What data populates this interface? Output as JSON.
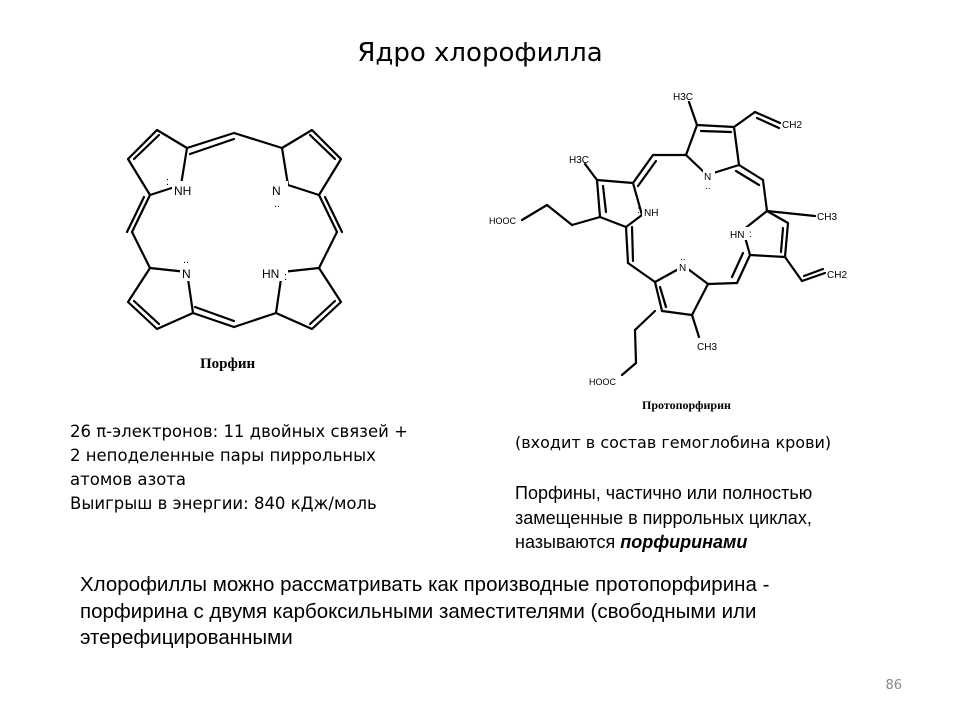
{
  "slide": {
    "title": "Ядро хлорофилла",
    "page_number": "86"
  },
  "porphin": {
    "caption": "Порфин",
    "labels": {
      "nh_top": "NH",
      "n_top": "N",
      "n_bottom": "N",
      "hn_bottom": "HN"
    }
  },
  "protoporphyrin": {
    "caption": "Протопорфирин",
    "labels": {
      "ch3_a": "H3C",
      "ch2_a": "CH2",
      "ch3_b": "H3C",
      "hooc_a": "HOOC",
      "n_top": "N",
      "nh": "NH",
      "hn": "HN",
      "ch3_c": "CH3",
      "n_bottom": "N",
      "ch2_b": "CH2",
      "ch3_d": "CH3",
      "hooc_b": "HOOC"
    }
  },
  "notes": {
    "line1": "26 π-электронов: 11 двойных связей +",
    "line2": "2 неподеленные пары пиррольных",
    "line3": "атомов азота",
    "line4": "Выигрыш в энергии: 840 кДж/моль"
  },
  "hemoglobin_note": "(входит в состав гемоглобина крови)",
  "porphyrin_definition": {
    "line1": "Порфины, частично или полностью",
    "line2": "замещенные в пиррольных циклах,",
    "line3_prefix": "называются ",
    "line3_bold": "порфиринами"
  },
  "chlorophyll_text": {
    "line1": "Хлорофиллы можно рассматривать как производные протопорфирина -",
    "line2": "порфирина с двумя карбоксильными заместителями (свободными или",
    "line3": "этерефицированными"
  }
}
